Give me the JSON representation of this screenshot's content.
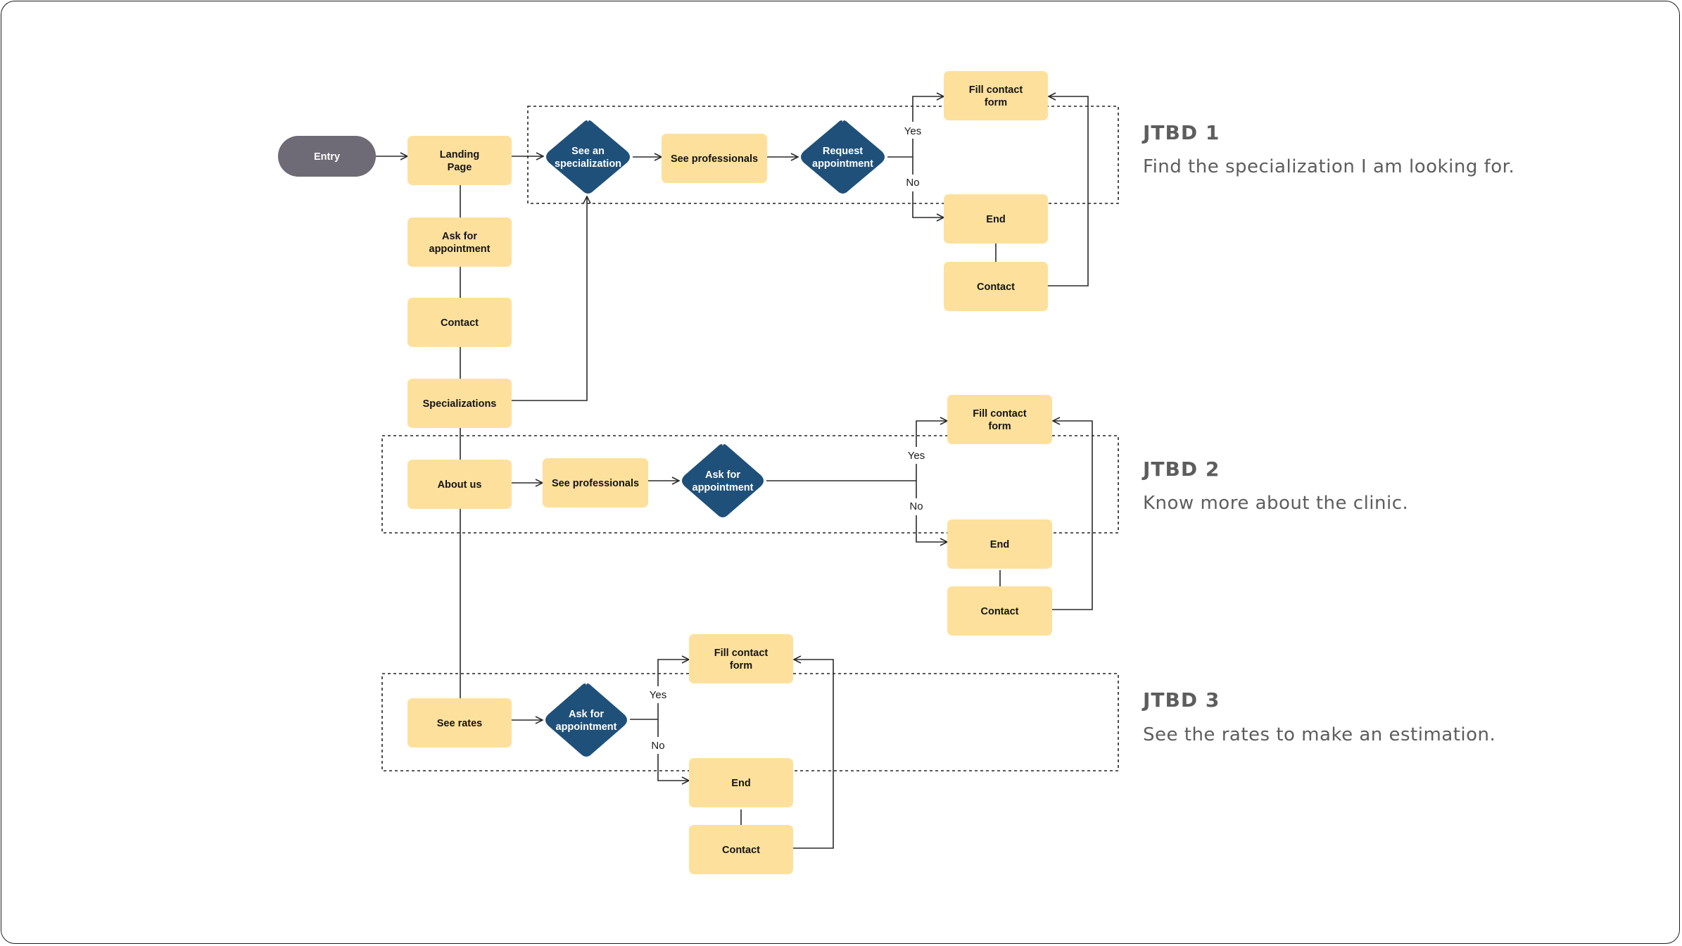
{
  "colors": {
    "process": "#fde09c",
    "decision": "#1f5079",
    "terminal": "#6e6a76",
    "line": "#2a2a2a"
  },
  "nodes": {
    "entry": "Entry",
    "landing_page": [
      "Landing",
      "Page"
    ],
    "ask_for_appointment": [
      "Ask for",
      "appointment"
    ],
    "contact_main": "Contact",
    "specializations": "Specializations",
    "about_us": "About us",
    "see_rates": "See rates",
    "j1_see_specialization": [
      "See an",
      "specialization"
    ],
    "j1_see_professionals": "See professionals",
    "j1_request_appointment": [
      "Request",
      "appointment"
    ],
    "j1_fill_contact_form": [
      "Fill contact",
      "form"
    ],
    "j1_end": "End",
    "j1_contact": "Contact",
    "j2_see_professionals": "See professionals",
    "j2_ask_for_appointment": [
      "Ask for",
      "appointment"
    ],
    "j2_fill_contact_form": [
      "Fill contact",
      "form"
    ],
    "j2_end": "End",
    "j2_contact": "Contact",
    "j3_ask_for_appointment": [
      "Ask for",
      "appointment"
    ],
    "j3_fill_contact_form": [
      "Fill contact",
      "form"
    ],
    "j3_end": "End",
    "j3_contact": "Contact"
  },
  "edge_labels": {
    "yes": "Yes",
    "no": "No"
  },
  "jtbd": [
    {
      "title": "JTBD 1",
      "description": "Find the specialization I am looking for."
    },
    {
      "title": "JTBD 2",
      "description": "Know more about the clinic."
    },
    {
      "title": "JTBD 3",
      "description": "See the rates to make an estimation."
    }
  ]
}
